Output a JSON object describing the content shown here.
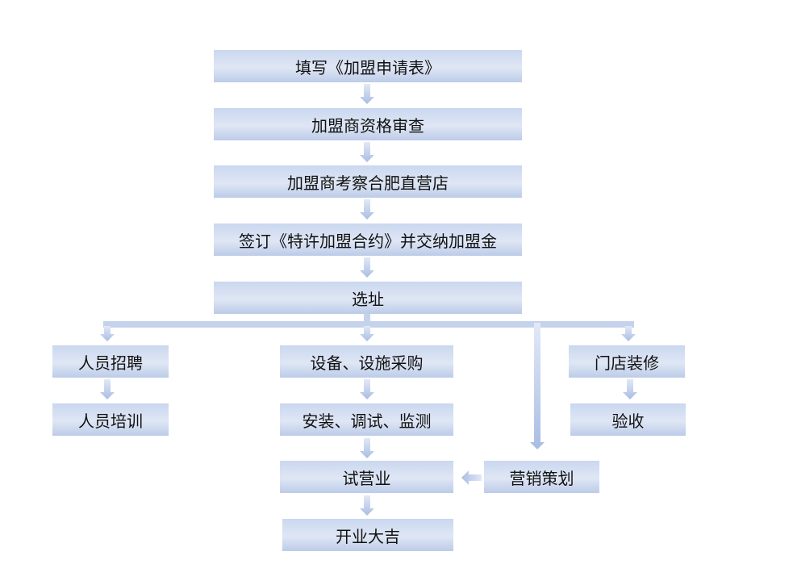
{
  "steps": {
    "fill_application": "填写《加盟申请表》",
    "qualification_review": "加盟商资格审查",
    "inspect_store": "加盟商考察合肥直营店",
    "sign_contract": "签订《特许加盟合约》并交纳加盟金",
    "site_selection": "选址",
    "recruitment": "人员招聘",
    "training": "人员培训",
    "equipment_purchase": "设备、设施采购",
    "installation": "安装、调试、监测",
    "store_renovation": "门店装修",
    "acceptance": "验收",
    "marketing_plan": "营销策划",
    "trial_operation": "试营业",
    "grand_opening": "开业大吉"
  },
  "colors": {
    "box_top": "#c9d7ef",
    "box_bottom": "#bccbe8",
    "arrow": "#b9c9e8"
  }
}
